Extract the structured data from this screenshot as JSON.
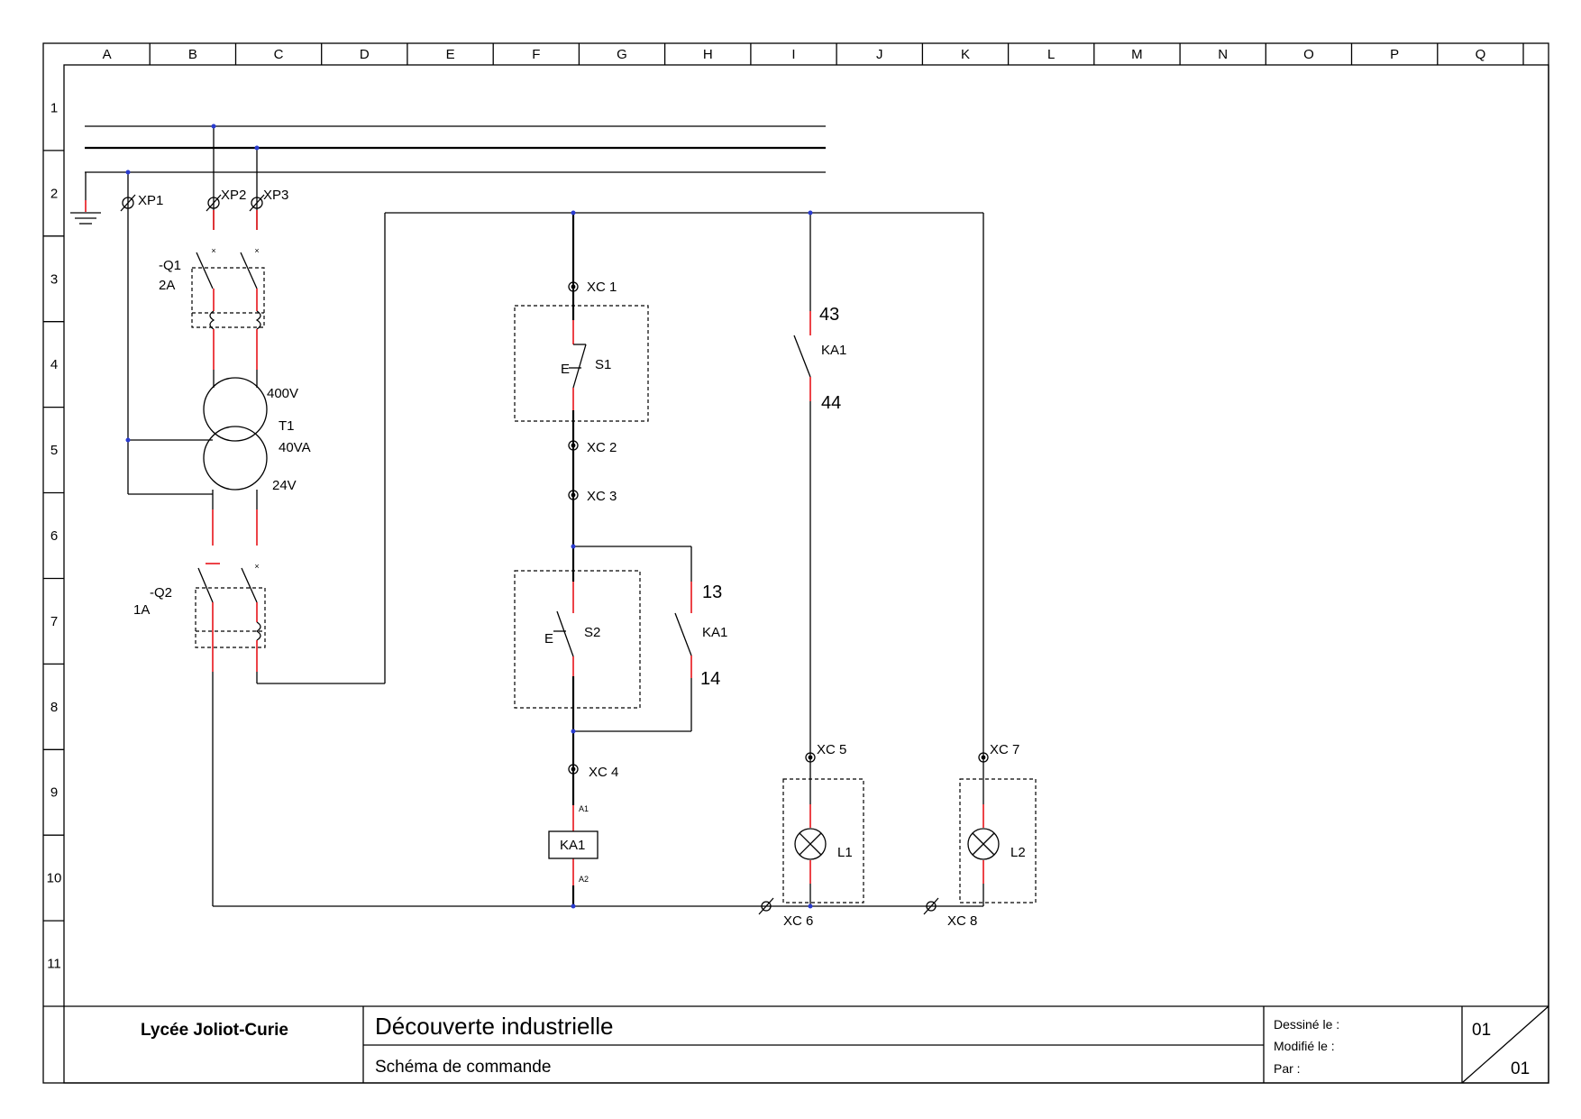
{
  "grid": {
    "columns": [
      "A",
      "B",
      "C",
      "D",
      "E",
      "F",
      "G",
      "H",
      "I",
      "J",
      "K",
      "L",
      "M",
      "N",
      "O",
      "P",
      "Q"
    ],
    "rows": [
      "1",
      "2",
      "3",
      "4",
      "5",
      "6",
      "7",
      "8",
      "9",
      "10",
      "11"
    ]
  },
  "components": {
    "xp1": "XP1",
    "xp2": "XP2",
    "xp3": "XP3",
    "q1_name": "-Q1",
    "q1_rating": "2A",
    "t1_primary": "400V",
    "t1_name": "T1",
    "t1_power": "40VA",
    "t1_secondary": "24V",
    "q2_name": "-Q2",
    "q2_rating": "1A",
    "xc1": "XC 1",
    "s1": "S1",
    "xc2": "XC 2",
    "xc3": "XC 3",
    "s2": "S2",
    "ka1_13": "13",
    "ka1_contact_a": "KA1",
    "ka1_14": "14",
    "xc4": "XC 4",
    "a1": "A1",
    "ka1_coil": "KA1",
    "a2": "A2",
    "ka1_43": "43",
    "ka1_contact_b": "KA1",
    "ka1_44": "44",
    "xc5": "XC 5",
    "l1": "L1",
    "xc6": "XC 6",
    "xc7": "XC 7",
    "l2": "L2",
    "xc8": "XC 8",
    "pushbutton_mark": "E"
  },
  "title_block": {
    "school": "Lycée Joliot-Curie",
    "title": "Découverte industrielle",
    "subtitle": "Schéma de commande",
    "drawn_label": "Dessiné le :",
    "modified_label": "Modifié le :",
    "by_label": "Par :",
    "sheet": "01",
    "total_sheets": "01"
  }
}
